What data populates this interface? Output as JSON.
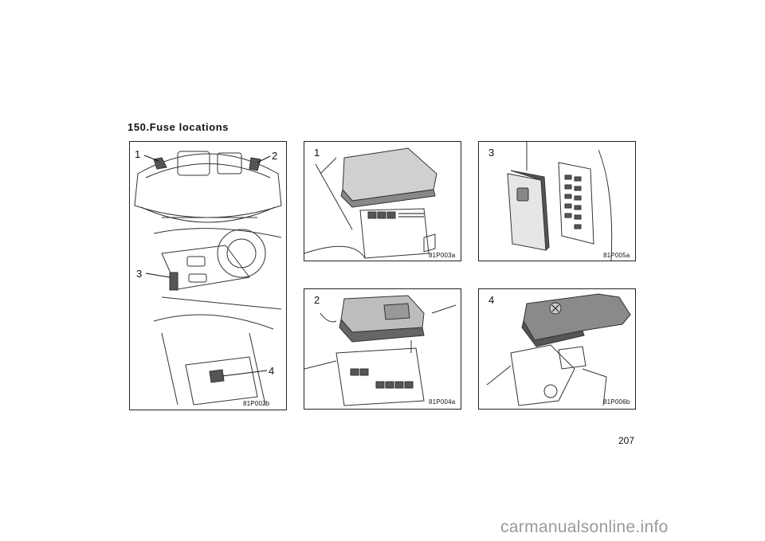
{
  "section_title": "150.Fuse locations",
  "page_number": "207",
  "watermark": "carmanualsonline.info",
  "overview": {
    "code": "81P002b",
    "callouts": [
      "1",
      "2",
      "3",
      "4"
    ]
  },
  "details": [
    {
      "number": "1",
      "code": "81P003a"
    },
    {
      "number": "3",
      "code": "81P005a"
    },
    {
      "number": "2",
      "code": "81P004a"
    },
    {
      "number": "4",
      "code": "81P006b"
    }
  ]
}
